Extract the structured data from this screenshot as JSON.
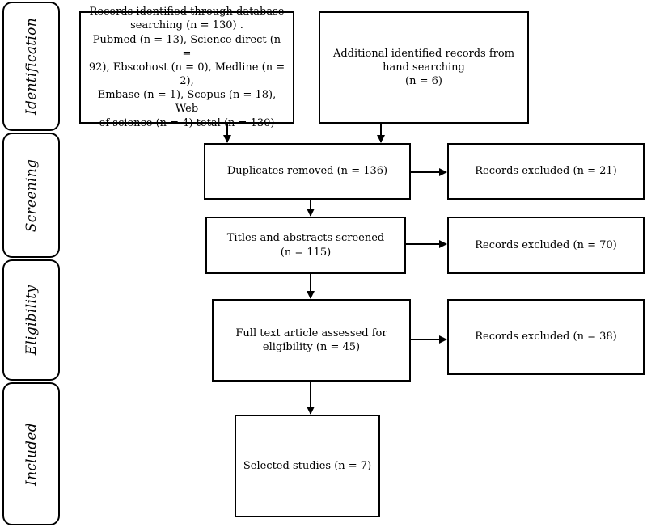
{
  "phases": {
    "identification": "Identification",
    "screening": "Screening",
    "eligibility": "Eligibility",
    "included": "Included"
  },
  "boxes": {
    "database_search": {
      "lines": [
        "Records identified through database",
        "searching (n = 130) .",
        "Pubmed (n = 13), Science direct (n =",
        "92), Ebscohost (n = 0), Medline (n = 2),",
        "Embase (n = 1), Scopus (n = 18), Web",
        "of science (n = 4) total (n = 130)"
      ]
    },
    "hand_search": {
      "lines": [
        "Additional identified records from",
        "hand searching",
        "(n = 6)"
      ]
    },
    "duplicates_removed": {
      "lines": [
        "Duplicates removed (n = 136)"
      ]
    },
    "excluded_1": {
      "lines": [
        "Records excluded (n = 21)"
      ]
    },
    "titles_abstracts": {
      "lines": [
        "Titles and abstracts screened",
        "(n = 115)"
      ]
    },
    "excluded_2": {
      "lines": [
        "Records excluded (n = 70)"
      ]
    },
    "full_text": {
      "lines": [
        "Full text article assessed for",
        "eligibility (n = 45)"
      ]
    },
    "excluded_3": {
      "lines": [
        "Records excluded (n = 38)"
      ]
    },
    "selected": {
      "lines": [
        "Selected studies (n = 7)"
      ]
    }
  }
}
